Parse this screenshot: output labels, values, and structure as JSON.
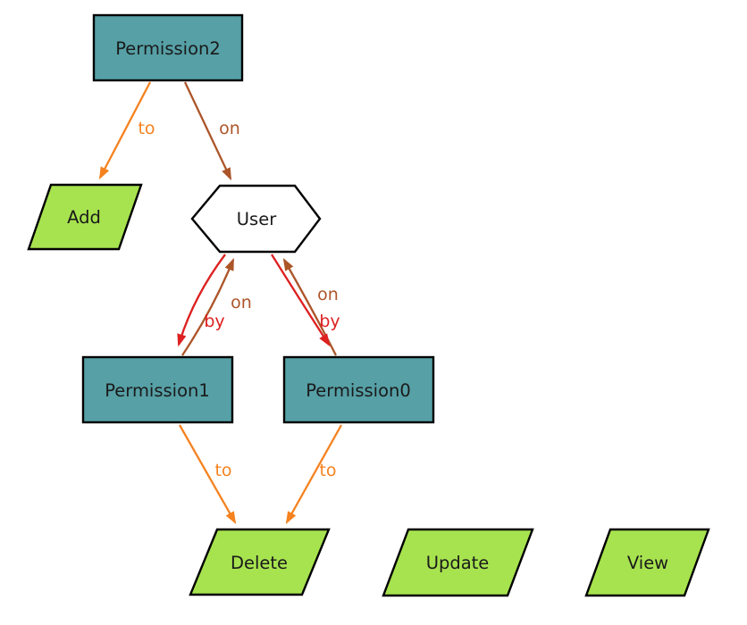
{
  "diagram": {
    "type": "graph",
    "background": "#ffffff",
    "colors": {
      "entity_fill": "#56A0A6",
      "action_fill": "#A7E34F",
      "user_fill": "#ffffff",
      "border": "#000000",
      "label_text": "#1a1a1a",
      "edge_to": "#F5821F",
      "edge_on": "#AC5529",
      "edge_by": "#DE2020"
    },
    "nodes": [
      {
        "id": "permission2",
        "label": "Permission2",
        "shape": "box"
      },
      {
        "id": "add",
        "label": "Add",
        "shape": "parallelogram"
      },
      {
        "id": "user",
        "label": "User",
        "shape": "hexagon"
      },
      {
        "id": "permission1",
        "label": "Permission1",
        "shape": "box"
      },
      {
        "id": "permission0",
        "label": "Permission0",
        "shape": "box"
      },
      {
        "id": "delete",
        "label": "Delete",
        "shape": "parallelogram"
      },
      {
        "id": "update",
        "label": "Update",
        "shape": "parallelogram"
      },
      {
        "id": "view",
        "label": "View",
        "shape": "parallelogram"
      }
    ],
    "edges": [
      {
        "from": "Permission2",
        "to": "Add",
        "label": "to",
        "color": "#F5821F"
      },
      {
        "from": "Permission2",
        "to": "User",
        "label": "on",
        "color": "#AC5529"
      },
      {
        "from": "Permission1",
        "to": "User",
        "label": "on",
        "color": "#AC5529"
      },
      {
        "from": "User",
        "to": "Permission1",
        "label": "by",
        "color": "#DE2020"
      },
      {
        "from": "Permission0",
        "to": "User",
        "label": "on",
        "color": "#AC5529"
      },
      {
        "from": "User",
        "to": "Permission0",
        "label": "by",
        "color": "#DE2020"
      },
      {
        "from": "Permission1",
        "to": "Delete",
        "label": "to",
        "color": "#F5821F"
      },
      {
        "from": "Permission0",
        "to": "Delete",
        "label": "to",
        "color": "#F5821F"
      }
    ]
  }
}
